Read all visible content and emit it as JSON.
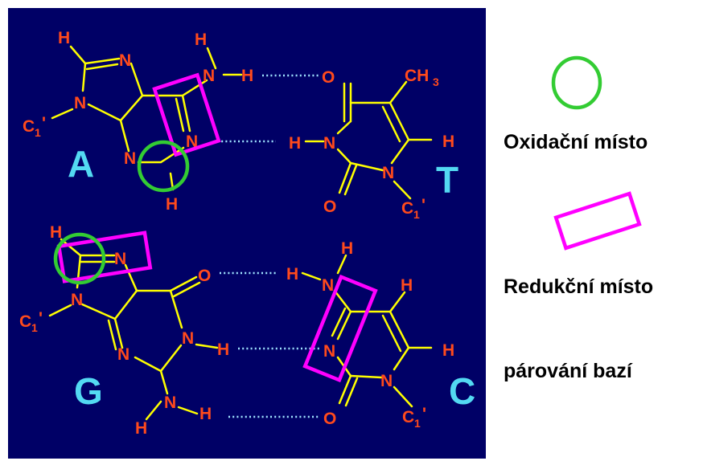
{
  "atoms": {
    "h": "H",
    "n": "N",
    "o": "O",
    "c": "C",
    "ch": "CH",
    "three": "3",
    "one": "1",
    "prime": "'"
  },
  "bases": {
    "a": "A",
    "t": "T",
    "g": "G",
    "c": "C"
  },
  "legend": {
    "oxidation": "Oxidační místo",
    "reduction": "Redukční místo",
    "pairing": "párování bazí"
  },
  "colors": {
    "panel": "#000066",
    "atom": "#ff4a1c",
    "bond": "#ffff00",
    "base_letter": "#53d9f2",
    "hbond": "#9fe3ff",
    "oxidation_marker": "#33cc33",
    "reduction_marker": "#ff00ff"
  }
}
